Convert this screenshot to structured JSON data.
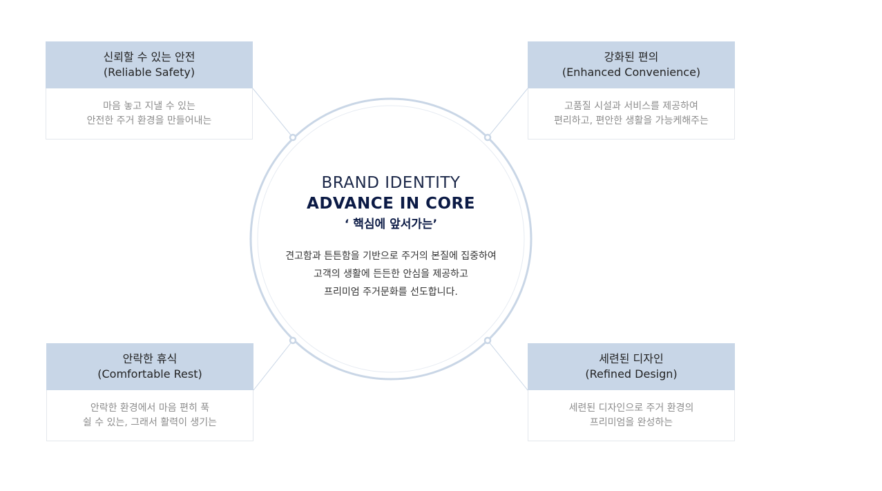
{
  "center": {
    "brand": "BRAND IDENTITY",
    "advance": "ADVANCE IN CORE",
    "tagline": "‘ 핵심에 앞서가는’",
    "desc": [
      "견고함과 튼튼함을 기반으로 주거의 본질에 집중하여",
      "고객의 생활에 든든한 안심을 제공하고",
      "프리미엄 주거문화를 선도합니다."
    ]
  },
  "cards": {
    "tl": {
      "title": "신뢰할 수 있는 안전",
      "subtitle": "(Reliable Safety)",
      "desc": [
        "마음 놓고 지낼 수 있는",
        "안전한 주거 환경을 만들어내는"
      ]
    },
    "tr": {
      "title": "강화된 편의",
      "subtitle": "(Enhanced Convenience)",
      "desc": [
        "고품질 시설과 서비스를 제공하여",
        "편리하고, 편안한 생활을 가능케해주는"
      ]
    },
    "bl": {
      "title": "안락한 휴식",
      "subtitle": "(Comfortable Rest)",
      "desc": [
        "안락한 환경에서 마음 편히 푹",
        "쉴 수 있는, 그래서 활력이 생기는"
      ]
    },
    "br": {
      "title": "세련된 디자인",
      "subtitle": "(Refined Design)",
      "desc": [
        "세련된 디자인으로 주거 환경의",
        "프리미엄을 완성하는"
      ]
    }
  },
  "colors": {
    "card_header": "#c8d6e7",
    "circle_stroke": "#c9d6e6",
    "navy": "#0b1a45"
  }
}
